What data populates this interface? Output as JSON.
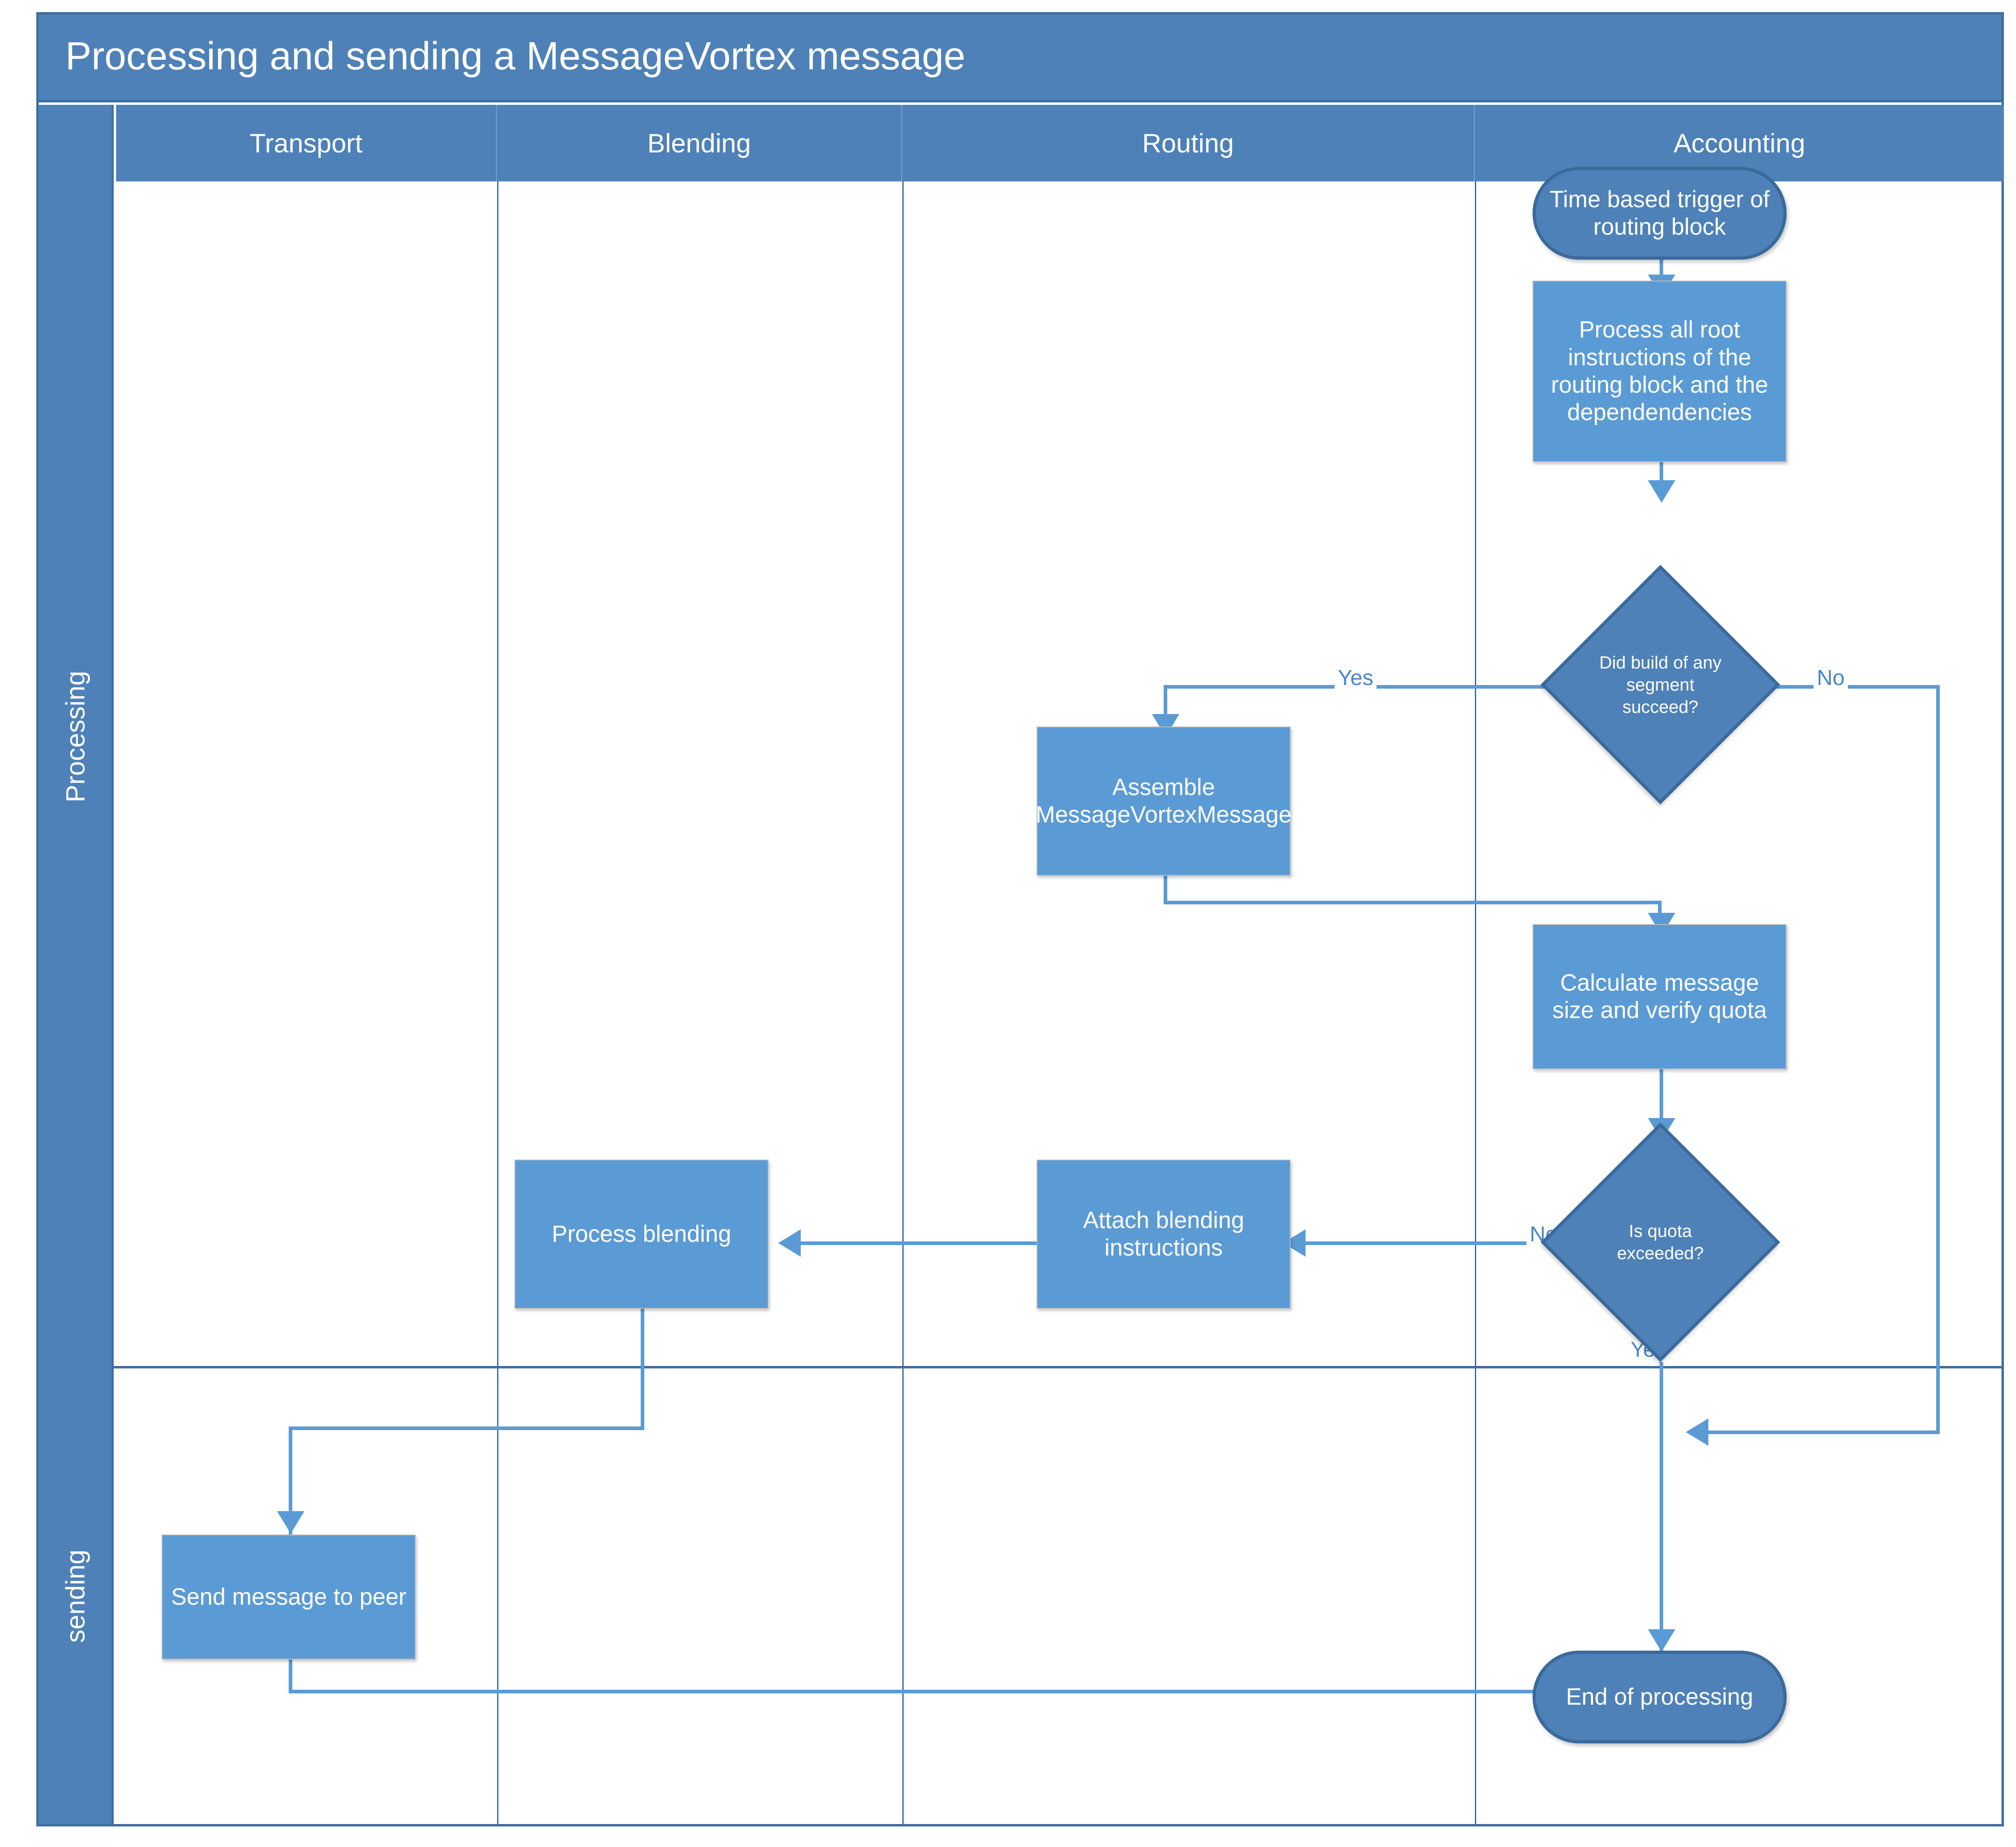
{
  "diagram": {
    "title": "Processing and sending a MessageVortex message",
    "type": "cross-functional-flowchart",
    "colors": {
      "header_band": "#4E81B8",
      "lane_header": "#4E81B8",
      "process_fill": "#5B9BD5",
      "terminator_fill": "#4E81B8",
      "terminator_border": "#3A6A9B",
      "connector": "#5B9BD5",
      "border": "#3E6E9E",
      "text_on_shape": "#FFFFFF",
      "edge_label_text": "#4A86C8"
    },
    "columns": [
      {
        "label": "Transport"
      },
      {
        "label": "Blending"
      },
      {
        "label": "Routing"
      },
      {
        "label": "Accounting"
      }
    ],
    "rows": [
      {
        "label": "Processing"
      },
      {
        "label": "sending"
      }
    ],
    "nodes": [
      {
        "id": "start",
        "shape": "terminator",
        "lane": "Accounting",
        "phase": "Processing",
        "label": "Time based trigger of routing block"
      },
      {
        "id": "process_root",
        "shape": "process",
        "lane": "Accounting",
        "phase": "Processing",
        "label": "Process all root instructions of the routing block and the dependendencies"
      },
      {
        "id": "build_ok",
        "shape": "decision",
        "lane": "Accounting",
        "phase": "Processing",
        "label": "Did build of any segment succeed?"
      },
      {
        "id": "assemble",
        "shape": "process",
        "lane": "Routing",
        "phase": "Processing",
        "label": "Assemble MessageVortexMessage"
      },
      {
        "id": "calc_size",
        "shape": "process",
        "lane": "Accounting",
        "phase": "Processing",
        "label": "Calculate message size and verify quota"
      },
      {
        "id": "quota",
        "shape": "decision",
        "lane": "Accounting",
        "phase": "Processing",
        "label": "Is quota exceeded?"
      },
      {
        "id": "attach",
        "shape": "process",
        "lane": "Routing",
        "phase": "Processing",
        "label": "Attach blending instructions"
      },
      {
        "id": "blend",
        "shape": "process",
        "lane": "Blending",
        "phase": "Processing",
        "label": "Process blending"
      },
      {
        "id": "send",
        "shape": "process",
        "lane": "Transport",
        "phase": "sending",
        "label": "Send message to peer"
      },
      {
        "id": "end",
        "shape": "terminator",
        "lane": "Accounting",
        "phase": "sending",
        "label": "End of processing"
      }
    ],
    "edges": [
      {
        "from": "start",
        "to": "process_root",
        "label": ""
      },
      {
        "from": "process_root",
        "to": "build_ok",
        "label": ""
      },
      {
        "from": "build_ok",
        "to": "assemble",
        "label": "Yes"
      },
      {
        "from": "build_ok",
        "to": "end",
        "label": "No"
      },
      {
        "from": "assemble",
        "to": "calc_size",
        "label": ""
      },
      {
        "from": "calc_size",
        "to": "quota",
        "label": ""
      },
      {
        "from": "quota",
        "to": "attach",
        "label": "No"
      },
      {
        "from": "quota",
        "to": "end",
        "label": "Yes"
      },
      {
        "from": "attach",
        "to": "blend",
        "label": ""
      },
      {
        "from": "blend",
        "to": "send",
        "label": ""
      },
      {
        "from": "send",
        "to": "end",
        "label": ""
      }
    ],
    "edge_labels": {
      "build_yes": "Yes",
      "build_no": "No",
      "quota_no": "No",
      "quota_yes": "Yes"
    }
  }
}
